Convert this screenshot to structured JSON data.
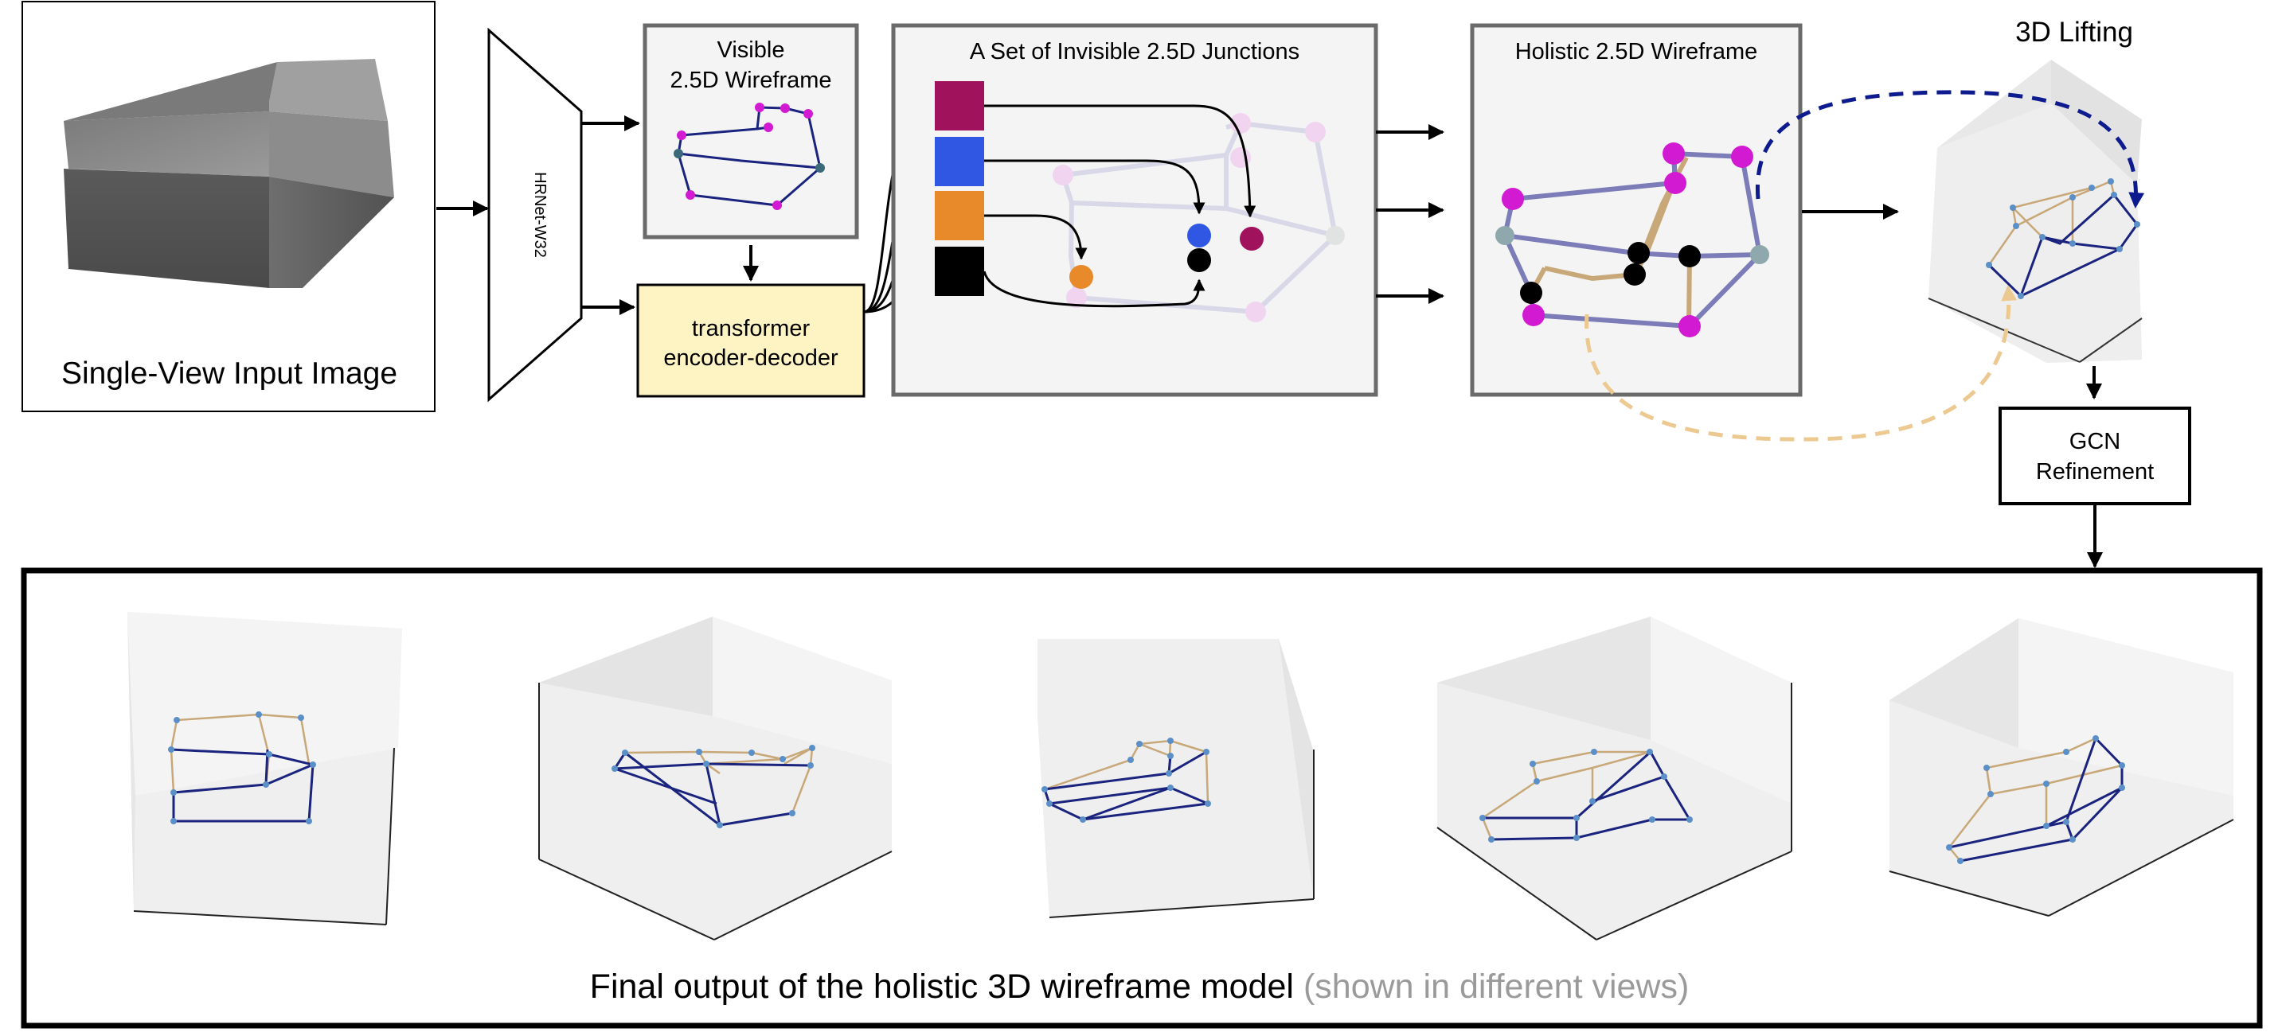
{
  "labels": {
    "input_caption": "Single-View Input Image",
    "backbone": "HRNet-W32",
    "visible_title_1": "Visible",
    "visible_title_2": "2.5D Wireframe",
    "transformer_1": "transformer",
    "transformer_2": "encoder-decoder",
    "junctions_title": "A Set of Invisible 2.5D Junctions",
    "holistic_title": "Holistic 2.5D Wireframe",
    "lifting_title": "3D Lifting",
    "gcn_1": "GCN",
    "gcn_2": "Refinement",
    "final_main": "Final output of the holistic 3D wireframe model",
    "final_note": "(shown in different views)"
  },
  "colors": {
    "wire_visible": "#1a237e",
    "wire_hidden": "#c8a878",
    "junction_magenta": "#d21ad2",
    "query_crimson": "#a0125c",
    "query_blue": "#2f57e4",
    "query_orange": "#e8892a",
    "query_black": "#000000",
    "transformer_fill": "#fdf3c3",
    "panel_fill": "#f4f4f4",
    "panel_border": "#6a6a6a",
    "lift_dashed_blue": "#0d1b8f",
    "lift_dashed_tan": "#ecc990",
    "note_gray": "#9a9a9a"
  }
}
